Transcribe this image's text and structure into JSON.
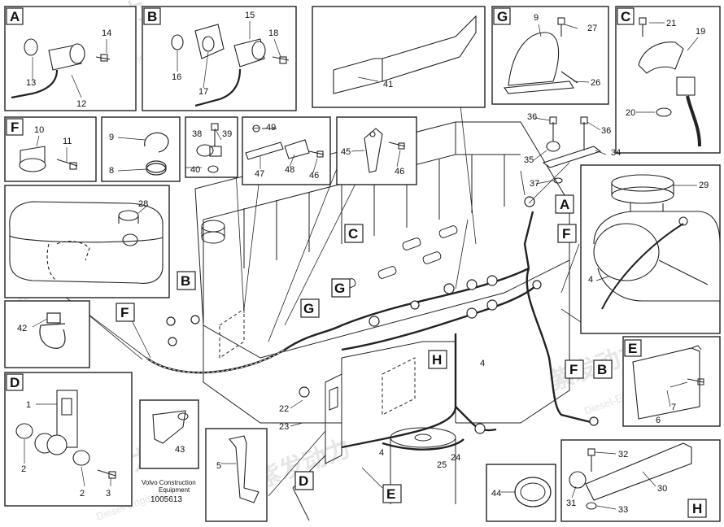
{
  "caption_line1": "Volvo Construction",
  "caption_line2": "Equipment",
  "figure_id": "1005613",
  "watermark_text": "紫发动力",
  "watermark_sub": "Diesel-Engines",
  "panel_letters": {
    "A": "A",
    "B": "B",
    "C": "C",
    "D": "D",
    "E": "E",
    "F": "F",
    "G": "G",
    "H": "H"
  },
  "callouts": {
    "n1": "1",
    "n2": "2",
    "n3": "3",
    "n4": "4",
    "n5": "5",
    "n6": "6",
    "n7": "7",
    "n8": "8",
    "n9": "9",
    "n10": "10",
    "n11": "11",
    "n12": "12",
    "n13": "13",
    "n14": "14",
    "n15": "15",
    "n16": "16",
    "n17": "17",
    "n18": "18",
    "n19": "19",
    "n20": "20",
    "n21": "21",
    "n22": "22",
    "n23": "23",
    "n24": "24",
    "n25": "25",
    "n26": "26",
    "n27": "27",
    "n28": "28",
    "n29": "29",
    "n30": "30",
    "n31": "31",
    "n32": "32",
    "n33": "33",
    "n34": "34",
    "n35": "35",
    "n36": "36",
    "n37": "37",
    "n38": "38",
    "n39": "39",
    "n40": "40",
    "n41": "41",
    "n42": "42",
    "n43": "43",
    "n44": "44",
    "n45": "45",
    "n46": "46",
    "n47": "47",
    "n48": "48",
    "n49": "49"
  }
}
